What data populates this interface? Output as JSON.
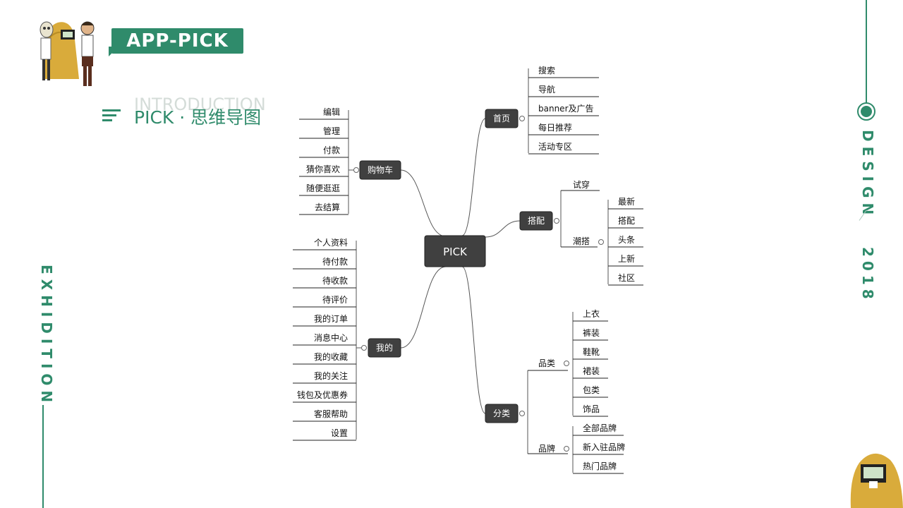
{
  "header": {
    "badge_label": "APP-PICK"
  },
  "subtitle": {
    "ghost_text": "INTRODUCTION",
    "title": "PICK · 思维导图"
  },
  "side": {
    "left_vertical": "EXHIDITION",
    "right_vertical": "DESIGN",
    "year": "2018"
  },
  "colors": {
    "accent": "#2f8b6b",
    "node_fill": "#404040",
    "line": "#555555"
  },
  "mindmap": {
    "root": "PICK",
    "cart": {
      "label": "购物车",
      "items": [
        "编辑",
        "管理",
        "付款",
        "猜你喜欢",
        "随便逛逛",
        "去结算"
      ]
    },
    "mine": {
      "label": "我的",
      "items": [
        "个人资料",
        "待付款",
        "待收款",
        "待评价",
        "我的订单",
        "消息中心",
        "我的收藏",
        "我的关注",
        "钱包及优惠券",
        "客服帮助",
        "设置"
      ]
    },
    "home": {
      "label": "首页",
      "items": [
        "搜索",
        "导航",
        "banner及广告",
        "每日推荐",
        "活动专区"
      ]
    },
    "match": {
      "label": "搭配",
      "tryon": "试穿",
      "trend": "潮搭",
      "trend_items": [
        "最新",
        "搭配",
        "头条",
        "上新",
        "社区"
      ]
    },
    "category": {
      "label": "分类",
      "type": {
        "label": "品类",
        "items": [
          "上衣",
          "裤装",
          "鞋靴",
          "裙装",
          "包类",
          "饰品"
        ]
      },
      "brand": {
        "label": "品牌",
        "items": [
          "全部品牌",
          "新入驻品牌",
          "热门品牌"
        ]
      }
    }
  }
}
